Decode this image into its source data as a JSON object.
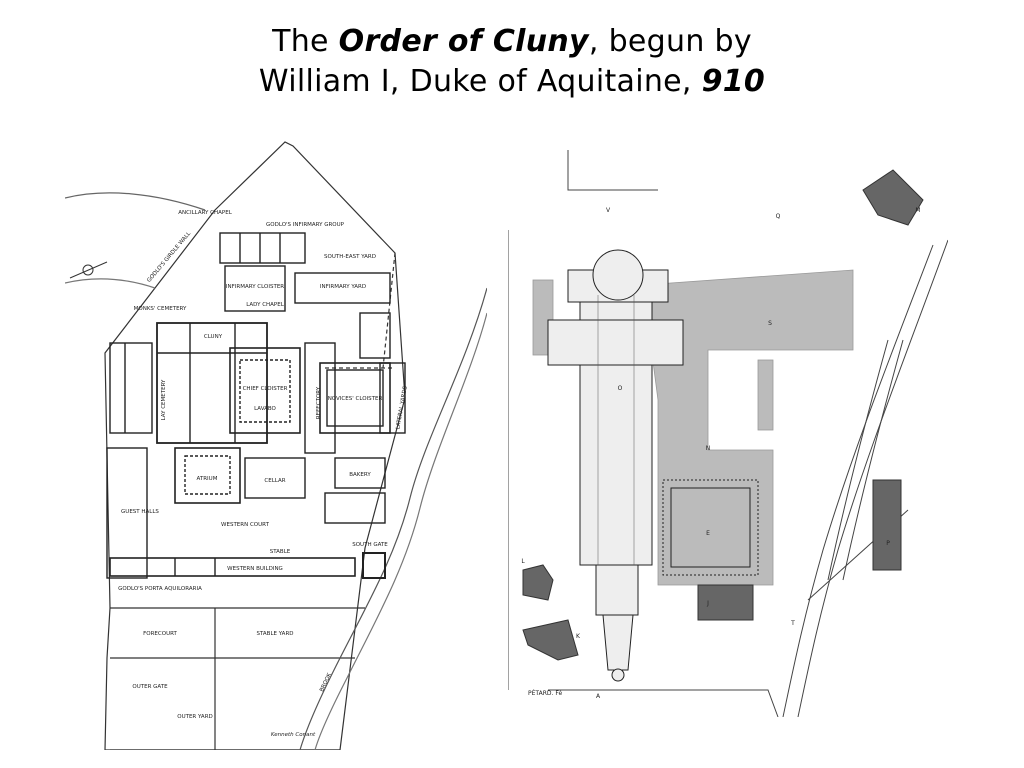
{
  "slide": {
    "title_line1_pre": "The ",
    "title_line1_em": "Order of Cluny",
    "title_line1_post": ", begun by",
    "title_line2_pre": "William I, Duke of Aquitaine, ",
    "title_line2_em": "910"
  },
  "left_plan": {
    "labels": {
      "ancillary_chapel": "ANCILLARY CHAPEL",
      "infirmary_group": "GODLO'S INFIRMARY GROUP",
      "southeast_yard": "SOUTH-EAST YARD",
      "infirmary_cloister": "INFIRMARY CLOISTER",
      "lady_chapel": "LADY CHAPEL",
      "infirmary_yard": "INFIRMARY YARD",
      "monks_cemetery": "MONKS' CEMETERY",
      "cluny": "CLUNY",
      "chief_cloister": "CHIEF CLOISTER",
      "novices_cloister": "NOVICES' CLOISTER",
      "lay_cemetery": "LAY CEMETERY",
      "atrium": "ATRIUM",
      "cellar": "CELLAR",
      "bakery": "BAKERY",
      "western_court": "WESTERN COURT",
      "western_building": "WESTERN BUILDING",
      "stable": "STABLE",
      "south_gate": "SOUTH GATE",
      "porta": "GODLO'S PORTA AQUILORARIA",
      "forecourt": "FORECOURT",
      "stable_yard": "STABLE YARD",
      "outer_gate": "OUTER GATE",
      "outer_yard": "OUTER YARD",
      "girdle_wall": "GODLO'S GIRDLE WALL",
      "lateral_yards": "LATERAL YARDS",
      "brook": "BROOK",
      "lavabo": "LAVABO",
      "refectory": "REFECTORY",
      "guest_halls": "GUEST HALLS",
      "signature": "Kenneth Conant"
    }
  },
  "right_plan": {
    "labels": {
      "v": "V",
      "q": "Q",
      "m": "M",
      "s": "S",
      "e": "E",
      "n": "N",
      "o": "O",
      "l": "L",
      "j": "J",
      "k": "K",
      "a": "A",
      "t": "T",
      "p": "P",
      "caption": "PÉTARD. Fé"
    }
  }
}
